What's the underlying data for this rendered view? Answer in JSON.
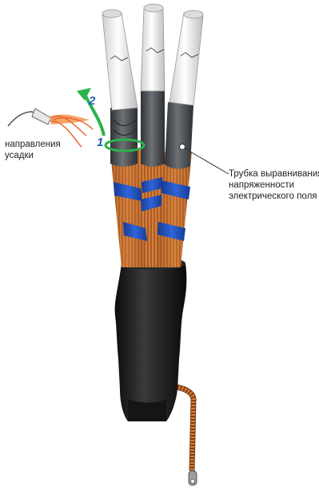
{
  "labels": {
    "shrink_direction": [
      "направления",
      "усадки"
    ],
    "stress_tube": [
      "Трубка выравнивания",
      "напряженности",
      "электрического поля"
    ]
  },
  "steps": {
    "first": "1",
    "second": "2"
  },
  "colors": {
    "white_insulation": "#f4f4f4",
    "stress_tube": "#4f5256",
    "copper_screen": "#c8702e",
    "blue_tape": "#1f4fb8",
    "black_sleeve": "#1a1a1a",
    "green_arrow": "#2bb34a",
    "step_number": "#1c5fb5",
    "flame": "#f07a3a"
  },
  "icons": [
    "torch-icon",
    "flame-icon",
    "rotation-arrow-icon",
    "lug-icon"
  ]
}
